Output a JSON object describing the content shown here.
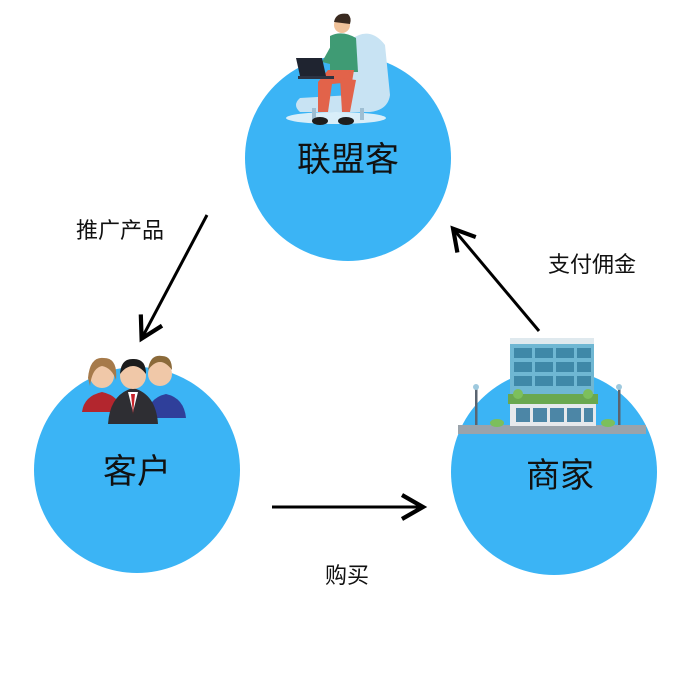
{
  "nodes": {
    "affiliate": {
      "label": "联盟客",
      "icon": "person-laptop-icon"
    },
    "customer": {
      "label": "客户",
      "icon": "people-group-icon"
    },
    "merchant": {
      "label": "商家",
      "icon": "office-building-icon"
    }
  },
  "edges": {
    "promote": {
      "label": "推广产品"
    },
    "commission": {
      "label": "支付佣金"
    },
    "purchase": {
      "label": "购买"
    }
  },
  "colors": {
    "circle": "#3bb4f5",
    "arrow": "#000000",
    "text": "#111111"
  }
}
